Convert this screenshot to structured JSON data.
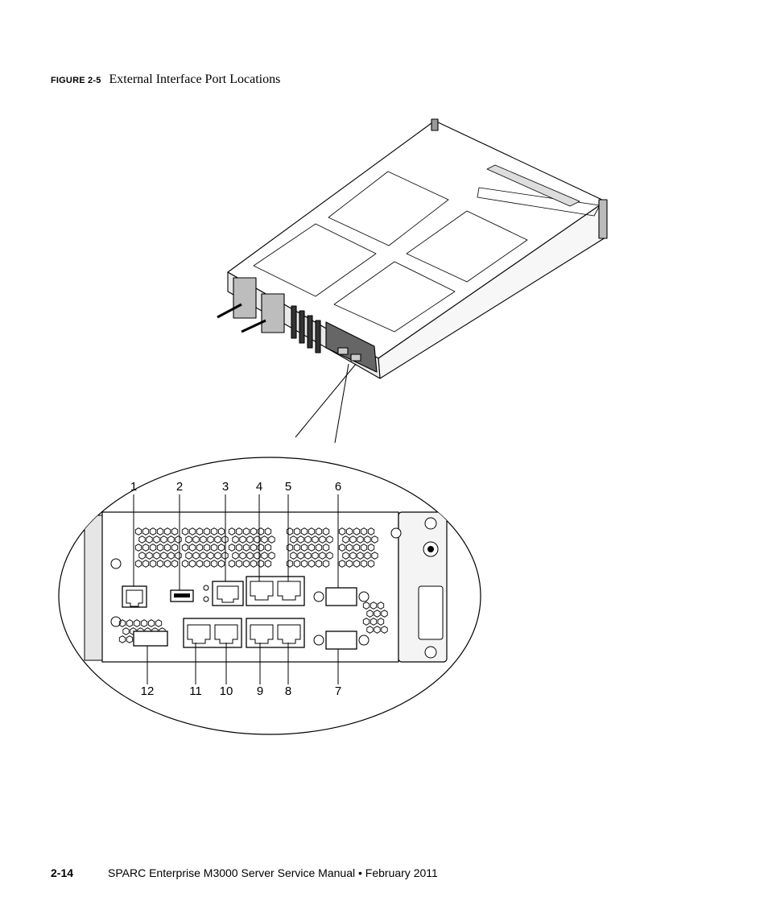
{
  "figure": {
    "label": "FIGURE 2-5",
    "title": "External Interface Port Locations",
    "callouts_top": [
      "1",
      "2",
      "3",
      "4",
      "5",
      "6"
    ],
    "callouts_bottom": [
      "12",
      "11",
      "10",
      "9",
      "8",
      "7"
    ]
  },
  "footer": {
    "page_number": "2-14",
    "manual_title": "SPARC Enterprise M3000 Server Service Manual",
    "separator": "•",
    "date": "February 2011"
  }
}
